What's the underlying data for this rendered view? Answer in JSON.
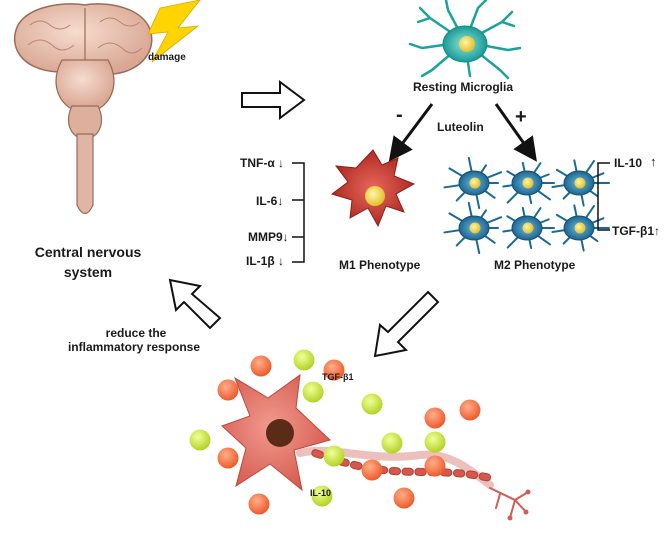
{
  "labels": {
    "damage": "damage",
    "resting_microglia": "Resting Microglia",
    "luteolin": "Luteolin",
    "minus": "-",
    "plus": "+",
    "m1_phenotype": "M1 Phenotype",
    "m2_phenotype": "M2 Phenotype",
    "cns_line1": "Central nervous",
    "cns_line2": "system",
    "reduce_line1": "reduce the",
    "reduce_line2": "inflammatory response",
    "tgf_ball": "TGF-β1",
    "il10_ball": "IL-10"
  },
  "m1_markers": [
    "TNF-α ↓",
    "IL-6↓",
    "MMP9↓",
    "IL-1β ↓"
  ],
  "m2_markers": [
    "IL-10",
    "↑",
    "TGF-β1↑"
  ],
  "colors": {
    "brain": "#e9c4b4",
    "brain_outline": "#9b6b57",
    "lightning": "#ffd400",
    "resting_cell": "#2bb6b0",
    "m1_cell": "#c8392f",
    "m2_cell": "#1f79a8",
    "nucleus_yellow": "#f0d94a",
    "neuron": "#e06e62",
    "neuron_nucleus": "#5a2b16",
    "orange_ball": "#f26a3c",
    "green_ball": "#c6e03a"
  }
}
